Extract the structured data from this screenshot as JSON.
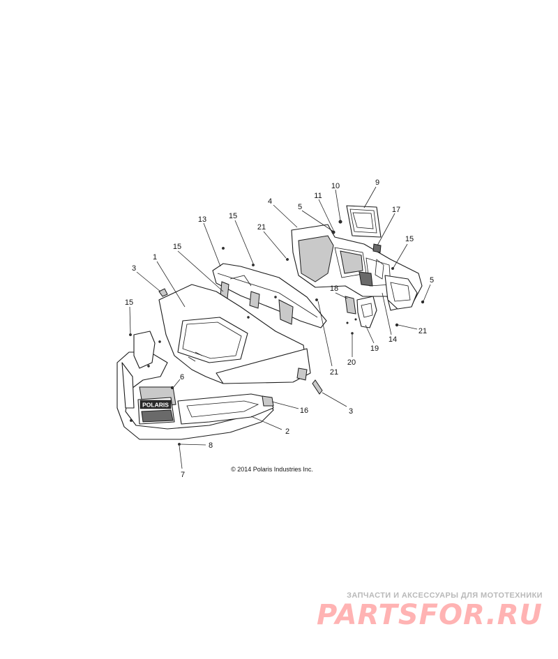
{
  "diagram": {
    "copyright": "© 2014 Polaris Industries Inc.",
    "grille_badge": "POLARIS",
    "callouts": [
      "1",
      "2",
      "3",
      "3",
      "4",
      "5",
      "5",
      "6",
      "7",
      "8",
      "9",
      "10",
      "11",
      "13",
      "14",
      "15",
      "15",
      "15",
      "15",
      "16",
      "17",
      "18",
      "19",
      "20",
      "21",
      "21",
      "21"
    ]
  },
  "watermark": {
    "tagline": "ЗАПЧАСТИ И АКСЕССУАРЫ ДЛЯ МОТОТЕХНИКИ",
    "logo": "PARTSFOR.RU"
  }
}
